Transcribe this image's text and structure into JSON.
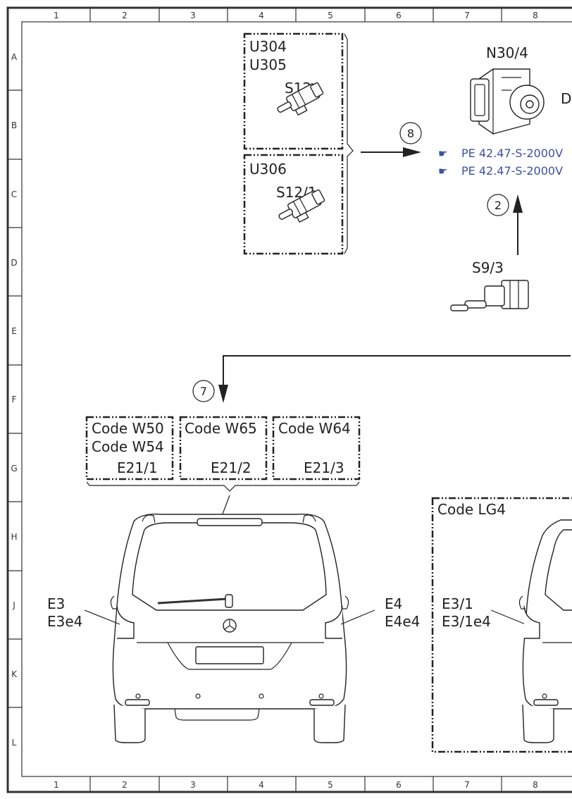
{
  "grid": {
    "columns": [
      "1",
      "2",
      "3",
      "4",
      "5",
      "6",
      "7",
      "8"
    ],
    "rows": [
      "A",
      "B",
      "C",
      "D",
      "E",
      "F",
      "G",
      "H",
      "J",
      "K",
      "L"
    ]
  },
  "group_top": {
    "box1_codes": [
      "U304",
      "U305"
    ],
    "box1_part": "S12",
    "box2_code": "U306",
    "box2_part": "S12/1"
  },
  "module": {
    "label": "N30/4",
    "cut_letter": "D"
  },
  "references": [
    "PE 42.47-S-2000V",
    "PE 42.47-S-2000V"
  ],
  "reference_icon": "pointing-hand-icon",
  "callouts": [
    "8",
    "2",
    "7"
  ],
  "sensor": {
    "label": "S9/3"
  },
  "brake_lights": {
    "codes": [
      {
        "lines": [
          "Code W50",
          "Code W54"
        ],
        "part": "E21/1"
      },
      {
        "lines": [
          "Code W65"
        ],
        "part": "E21/2"
      },
      {
        "lines": [
          "Code W64"
        ],
        "part": "E21/3"
      }
    ]
  },
  "vehicle_left": {
    "left_labels": [
      "E3",
      "E3e4"
    ],
    "right_labels": [
      "E4",
      "E4e4"
    ]
  },
  "vehicle_right": {
    "code": "Code LG4",
    "left_labels": [
      "E3/1",
      "E3/1e4"
    ]
  }
}
